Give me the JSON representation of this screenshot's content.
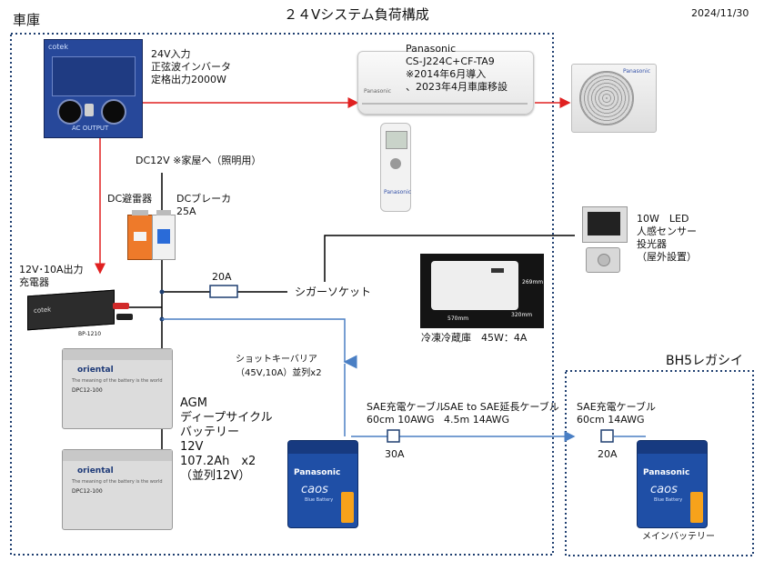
{
  "title": "２４Vシステム負荷構成",
  "date": "2024/11/30",
  "garage": {
    "label": "車庫"
  },
  "car": {
    "label": "BH5レガシイ"
  },
  "inverter": {
    "desc": "24V入力\n正弦波インバータ\n定格出力2000W",
    "brand": "cotek",
    "ac_output": "AC OUTPUT"
  },
  "aircon": {
    "desc": "Panasonic\nCS-J224C+CF-TA9\n※2014年6月導入\n、2023年4月車庫移設",
    "indoor_brand": "Panasonic",
    "outdoor_brand": "Panasonic",
    "remote_brand": "Panasonic"
  },
  "dc12v": {
    "label": "DC12V ※家屋へ（照明用）"
  },
  "surge": {
    "label": "DC避雷器"
  },
  "breaker": {
    "label": "DCブレーカ\n25A"
  },
  "charger": {
    "label": "12V･10A出力\n充電器",
    "model": "BP-1210",
    "brand": "cotek"
  },
  "led": {
    "label": "10W　LED\n人感センサー\n投光器\n（屋外設置）"
  },
  "fuse20": {
    "label": "20A"
  },
  "socket": {
    "label": "シガーソケット"
  },
  "fridge": {
    "label": "冷凍冷蔵庫　45W：4A",
    "dim_w": "570mm",
    "dim_h": "269mm",
    "dim_d": "320mm"
  },
  "diode": {
    "label": "ショットキーバリア\n（45V,10A）並列x2"
  },
  "battery_agm": {
    "label": "AGM\nディープサイクル\nバッテリー\n12V\n107.2Ah　x2\n（並列12V）",
    "brand": "oriental",
    "tagline": "The meaning of the battery is the world",
    "model": "DPC12-100"
  },
  "cable1": {
    "label": "SAE充電ケーブル\n60cm 10AWG"
  },
  "cable2": {
    "label": "SAE to SAE延長ケーブル\n4.5m 14AWG"
  },
  "cable3": {
    "label": "SAE充電ケーブル\n60cm 14AWG"
  },
  "fuse30": {
    "label": "30A"
  },
  "fuse20b": {
    "label": "20A"
  },
  "caos": {
    "brand": "Panasonic",
    "logo": "caos",
    "sub": "Blue Battery"
  },
  "main_battery": {
    "label": "メインバッテリー"
  },
  "colors": {
    "ac_line": "#e02020",
    "dc_line": "#000000",
    "charge_line": "#4a7fc4",
    "border": "#1f3f70"
  }
}
